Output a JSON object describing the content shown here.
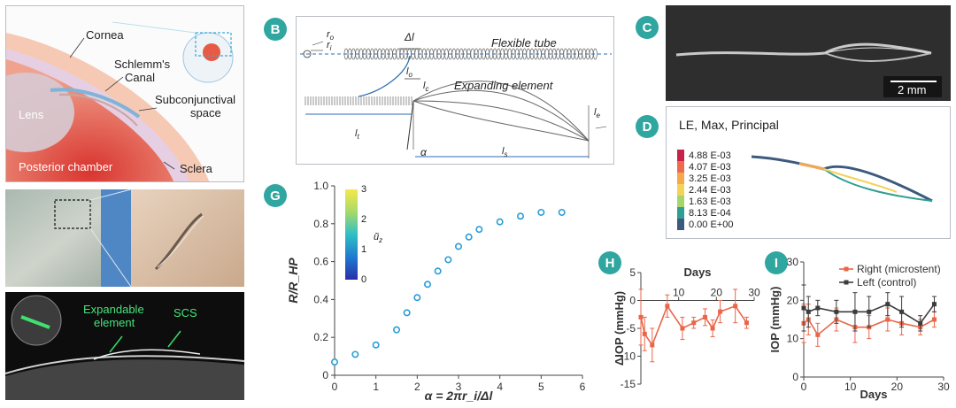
{
  "panelA": {
    "cornea": "Cornea",
    "schlemm_line1": "Schlemm's",
    "schlemm_line2": "Canal",
    "lens": "Lens",
    "subconj_line1": "Subconjunctival",
    "subconj_line2": "space",
    "posterior": "Posterior chamber",
    "sclera": "Sclera"
  },
  "panelOCT": {
    "expandable_line1": "Expandable",
    "expandable_line2": "element",
    "scs": "SCS"
  },
  "panelB": {
    "badge": "B",
    "ro": "r",
    "ro_sub": "o",
    "ri": "r",
    "ri_sub": "i",
    "delta_l": "Δl",
    "flexible_tube": "Flexible tube",
    "lo": "l",
    "lo_sub": "o",
    "lc": "l",
    "lc_sub": "c",
    "expanding": "Expanding element",
    "le": "l",
    "le_sub": "e",
    "lt": "l",
    "lt_sub": "t",
    "alpha": "α",
    "ls": "l",
    "ls_sub": "s"
  },
  "panelC": {
    "badge": "C",
    "scale": "2 mm"
  },
  "panelD": {
    "badge": "D",
    "title": "LE, Max, Principal",
    "legend": [
      {
        "label": "4.88 E-03",
        "color": "#c8224a"
      },
      {
        "label": "4.07 E-03",
        "color": "#ef6a4c"
      },
      {
        "label": "3.25 E-03",
        "color": "#f6a84e"
      },
      {
        "label": "2.44 E-03",
        "color": "#f3d35a"
      },
      {
        "label": "1.63 E-03",
        "color": "#a6d66b"
      },
      {
        "label": "8.13 E-04",
        "color": "#2f9e93"
      },
      {
        "label": "0.00 E+00",
        "color": "#3b5a7e"
      }
    ]
  },
  "panelG": {
    "badge": "G",
    "colorbar_label": "ũ",
    "colorbar_sub": "z",
    "colorbar_ticks": [
      "3",
      "2",
      "1",
      "0"
    ],
    "colorbar_max": 3
  },
  "panelH": {
    "badge": "H"
  },
  "panelI": {
    "badge": "I"
  },
  "chart_data": [
    {
      "type": "scatter",
      "panel": "G",
      "xlabel": "α = 2πr_i/Δl",
      "ylabel": "R/R_HP",
      "xlim": [
        0,
        6
      ],
      "ylim": [
        0,
        1.0
      ],
      "xticks": [
        "0",
        "1",
        "2",
        "3",
        "4",
        "5",
        "6"
      ],
      "yticks": [
        "0",
        "0.2",
        "0.4",
        "0.6",
        "0.8",
        "1.0"
      ],
      "x": [
        0,
        0.5,
        1.0,
        1.5,
        1.75,
        2.0,
        2.25,
        2.5,
        2.75,
        3.0,
        3.25,
        3.5,
        4.0,
        4.5,
        5.0,
        5.5
      ],
      "y": [
        0.07,
        0.11,
        0.16,
        0.24,
        0.33,
        0.41,
        0.48,
        0.55,
        0.61,
        0.68,
        0.73,
        0.77,
        0.81,
        0.84,
        0.86,
        0.86
      ]
    },
    {
      "type": "line",
      "panel": "H",
      "xlabel": "Days",
      "ylabel": "ΔIOP (mmHg)",
      "xlim": [
        0,
        30
      ],
      "ylim": [
        -15,
        5
      ],
      "xticks": [
        "10",
        "20",
        "30"
      ],
      "yticks": [
        "5",
        "0",
        "-5",
        "-10",
        "-15"
      ],
      "series": [
        {
          "color": "#e8664a",
          "x": [
            0,
            1,
            3,
            7,
            11,
            14,
            17,
            19,
            21,
            25,
            28
          ],
          "y": [
            -3,
            -6,
            -8,
            -1,
            -5,
            -4,
            -3,
            -5,
            -2,
            -1,
            -4
          ],
          "err": [
            5,
            3,
            3,
            2,
            2,
            1,
            1.5,
            1.5,
            2,
            3,
            1
          ]
        }
      ]
    },
    {
      "type": "line",
      "panel": "I",
      "xlabel": "Days",
      "ylabel": "IOP (mmHg)",
      "xlim": [
        0,
        30
      ],
      "ylim": [
        0,
        30
      ],
      "xticks": [
        "0",
        "10",
        "20",
        "30"
      ],
      "yticks": [
        "30",
        "20",
        "10",
        "0"
      ],
      "series": [
        {
          "name": "Right (microstent)",
          "color": "#e8664a",
          "x": [
            0,
            1,
            3,
            7,
            11,
            14,
            18,
            21,
            25,
            28
          ],
          "y": [
            14,
            15,
            11,
            15,
            13,
            13,
            15,
            14,
            13,
            15
          ],
          "err": [
            5,
            4,
            3,
            3,
            4,
            3,
            3,
            3,
            2,
            2
          ]
        },
        {
          "name": "Left (control)",
          "color": "#3c3c3c",
          "x": [
            0,
            1,
            3,
            7,
            11,
            14,
            18,
            21,
            25,
            28
          ],
          "y": [
            18,
            17,
            18,
            17,
            17,
            17,
            19,
            17,
            14,
            19
          ],
          "err": [
            6,
            4,
            2,
            3,
            5,
            4,
            3,
            4,
            2,
            2
          ]
        }
      ]
    }
  ]
}
